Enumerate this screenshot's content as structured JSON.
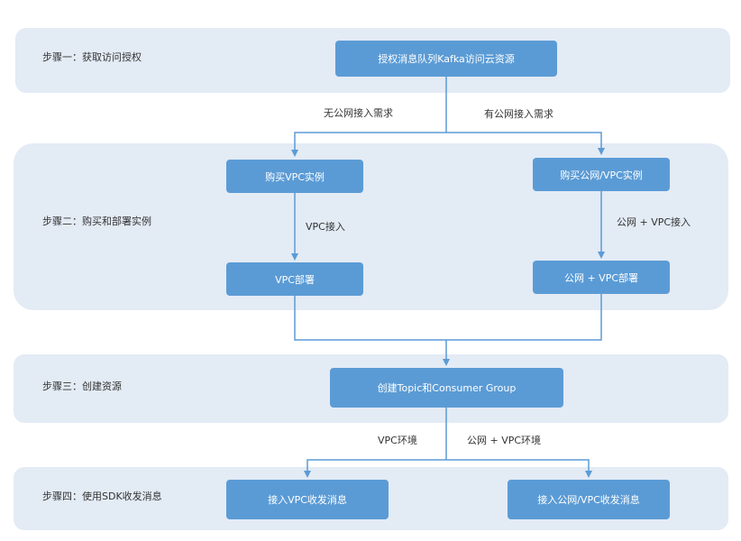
{
  "colors": {
    "band_bg": "#e3ebf5",
    "node_bg": "#5b9bd5",
    "node_text": "#ffffff",
    "line": "#5b9bd5",
    "label_text": "#333333"
  },
  "steps": [
    {
      "label": "步骤一：获取访问授权"
    },
    {
      "label": "步骤二：购买和部署实例"
    },
    {
      "label": "步骤三：创建资源"
    },
    {
      "label": "步骤四：使用SDK收发消息"
    }
  ],
  "nodes": {
    "authorize": "授权消息队列Kafka访问云资源",
    "buy_vpc": "购买VPC实例",
    "buy_public_vpc": "购买公网/VPC实例",
    "deploy_vpc": "VPC部署",
    "deploy_public_vpc": "公网 + VPC部署",
    "create_resources": "创建Topic和Consumer Group",
    "access_vpc": "接入VPC收发消息",
    "access_public_vpc": "接入公网/VPC收发消息"
  },
  "edge_labels": {
    "no_public": "无公网接入需求",
    "has_public": "有公网接入需求",
    "vpc_access": "VPC接入",
    "public_vpc_access": "公网 + VPC接入",
    "vpc_env": "VPC环境",
    "public_vpc_env": "公网 + VPC环境"
  }
}
